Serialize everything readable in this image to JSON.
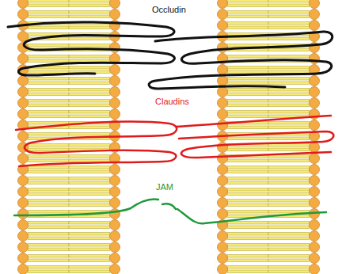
{
  "diagram": {
    "labels": [
      "Occludin",
      "Claudins",
      "JAM"
    ]
  }
}
